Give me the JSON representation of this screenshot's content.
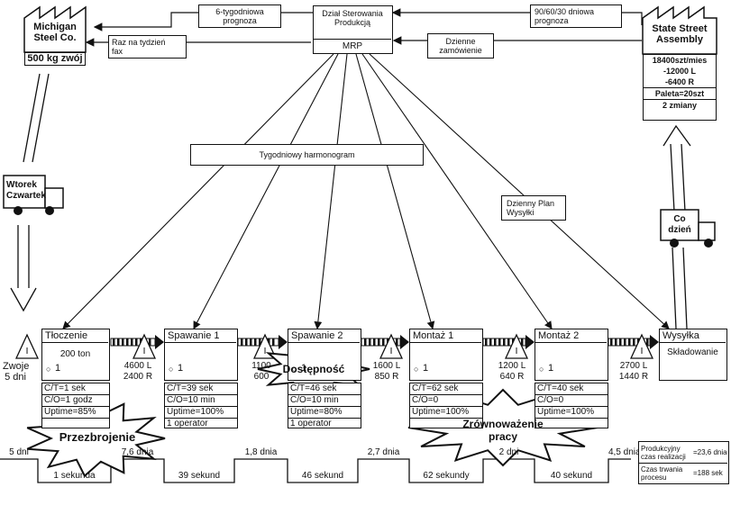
{
  "supplier": {
    "name_line1": "Michigan",
    "name_line2": "Steel Co.",
    "data": "500 kg zwój"
  },
  "customer": {
    "name_line1": "State Street",
    "name_line2": "Assembly",
    "data": [
      "18400szt/mies",
      "-12000 L",
      "-6400 R",
      "Paleta=20szt",
      "2 zmiany"
    ]
  },
  "control": {
    "title_line1": "Dział Sterowania",
    "title_line2": "Produkcją",
    "mrp": "MRP"
  },
  "flows": {
    "forecast6": [
      "6-tygodniowa",
      "prognoza"
    ],
    "weekly_fax": [
      "Raz na tydzień",
      "fax"
    ],
    "forecast90": [
      "90/60/30 dniowa",
      "prognoza"
    ],
    "daily_order": [
      "Dzienne",
      "zamówienie"
    ],
    "weekly_schedule": "Tygodniowy harmonogram",
    "daily_ship": [
      "Dzienny Plan",
      "Wysyłki"
    ]
  },
  "trucks": {
    "inbound": [
      "Wtorek",
      "Czwartek"
    ],
    "outbound": [
      "Co",
      "dzień"
    ]
  },
  "inventory": [
    {
      "lines": [
        "Zwoje",
        "5 dni"
      ]
    },
    {
      "lines": [
        "4600 L",
        "2400 R"
      ]
    },
    {
      "lines": [
        "1100",
        "600"
      ]
    },
    {
      "lines": [
        "1600 L",
        "850 R"
      ]
    },
    {
      "lines": [
        "1200 L",
        "640 R"
      ]
    },
    {
      "lines": [
        "2700 L",
        "1440 R"
      ]
    }
  ],
  "inventory_symbol": "I",
  "processes": [
    {
      "name": "Tłoczenie",
      "extra": "200 ton",
      "operators": "1",
      "info": [
        "C/T=1 sek",
        "C/O=1 godz",
        "Uptime=85%",
        ""
      ]
    },
    {
      "name": "Spawanie 1",
      "extra": "",
      "operators": "1",
      "info": [
        "C/T=39 sek",
        "C/O=10 min",
        "Uptime=100%",
        "1 operator"
      ]
    },
    {
      "name": "Spawanie 2",
      "extra": "",
      "operators": "1",
      "info": [
        "C/T=46 sek",
        "C/O=10 min",
        "Uptime=80%",
        "1 operator"
      ]
    },
    {
      "name": "Montaż 1",
      "extra": "",
      "operators": "1",
      "info": [
        "C/T=62 sek",
        "C/O=0",
        "Uptime=100%",
        ""
      ]
    },
    {
      "name": "Montaż 2",
      "extra": "",
      "operators": "1",
      "info": [
        "C/T=40 sek",
        "C/O=0",
        "Uptime=100%",
        ""
      ]
    },
    {
      "name": "Wysyłka",
      "extra": "Składowanie",
      "operators": "",
      "info": []
    }
  ],
  "bursts": {
    "changeover": "Przezbrojenie",
    "available": "Dostępność",
    "balance_line1": "Zrównoważenie",
    "balance_line2": "pracy"
  },
  "timeline": {
    "waits": [
      "5 dni",
      "7,6 dnia",
      "1,8 dnia",
      "2,7 dnia",
      "2 dni",
      "4,5 dnia"
    ],
    "process_times": [
      "1 sekunda",
      "39 sekund",
      "46 sekund",
      "62 sekundy",
      "40 sekund"
    ]
  },
  "summary": {
    "lead_label": [
      "Produkcyjny",
      "czas realizacji"
    ],
    "lead_value": "=23,6 dnia",
    "proc_label": [
      "Czas trwania",
      "procesu"
    ],
    "proc_value": "=188 sek"
  }
}
